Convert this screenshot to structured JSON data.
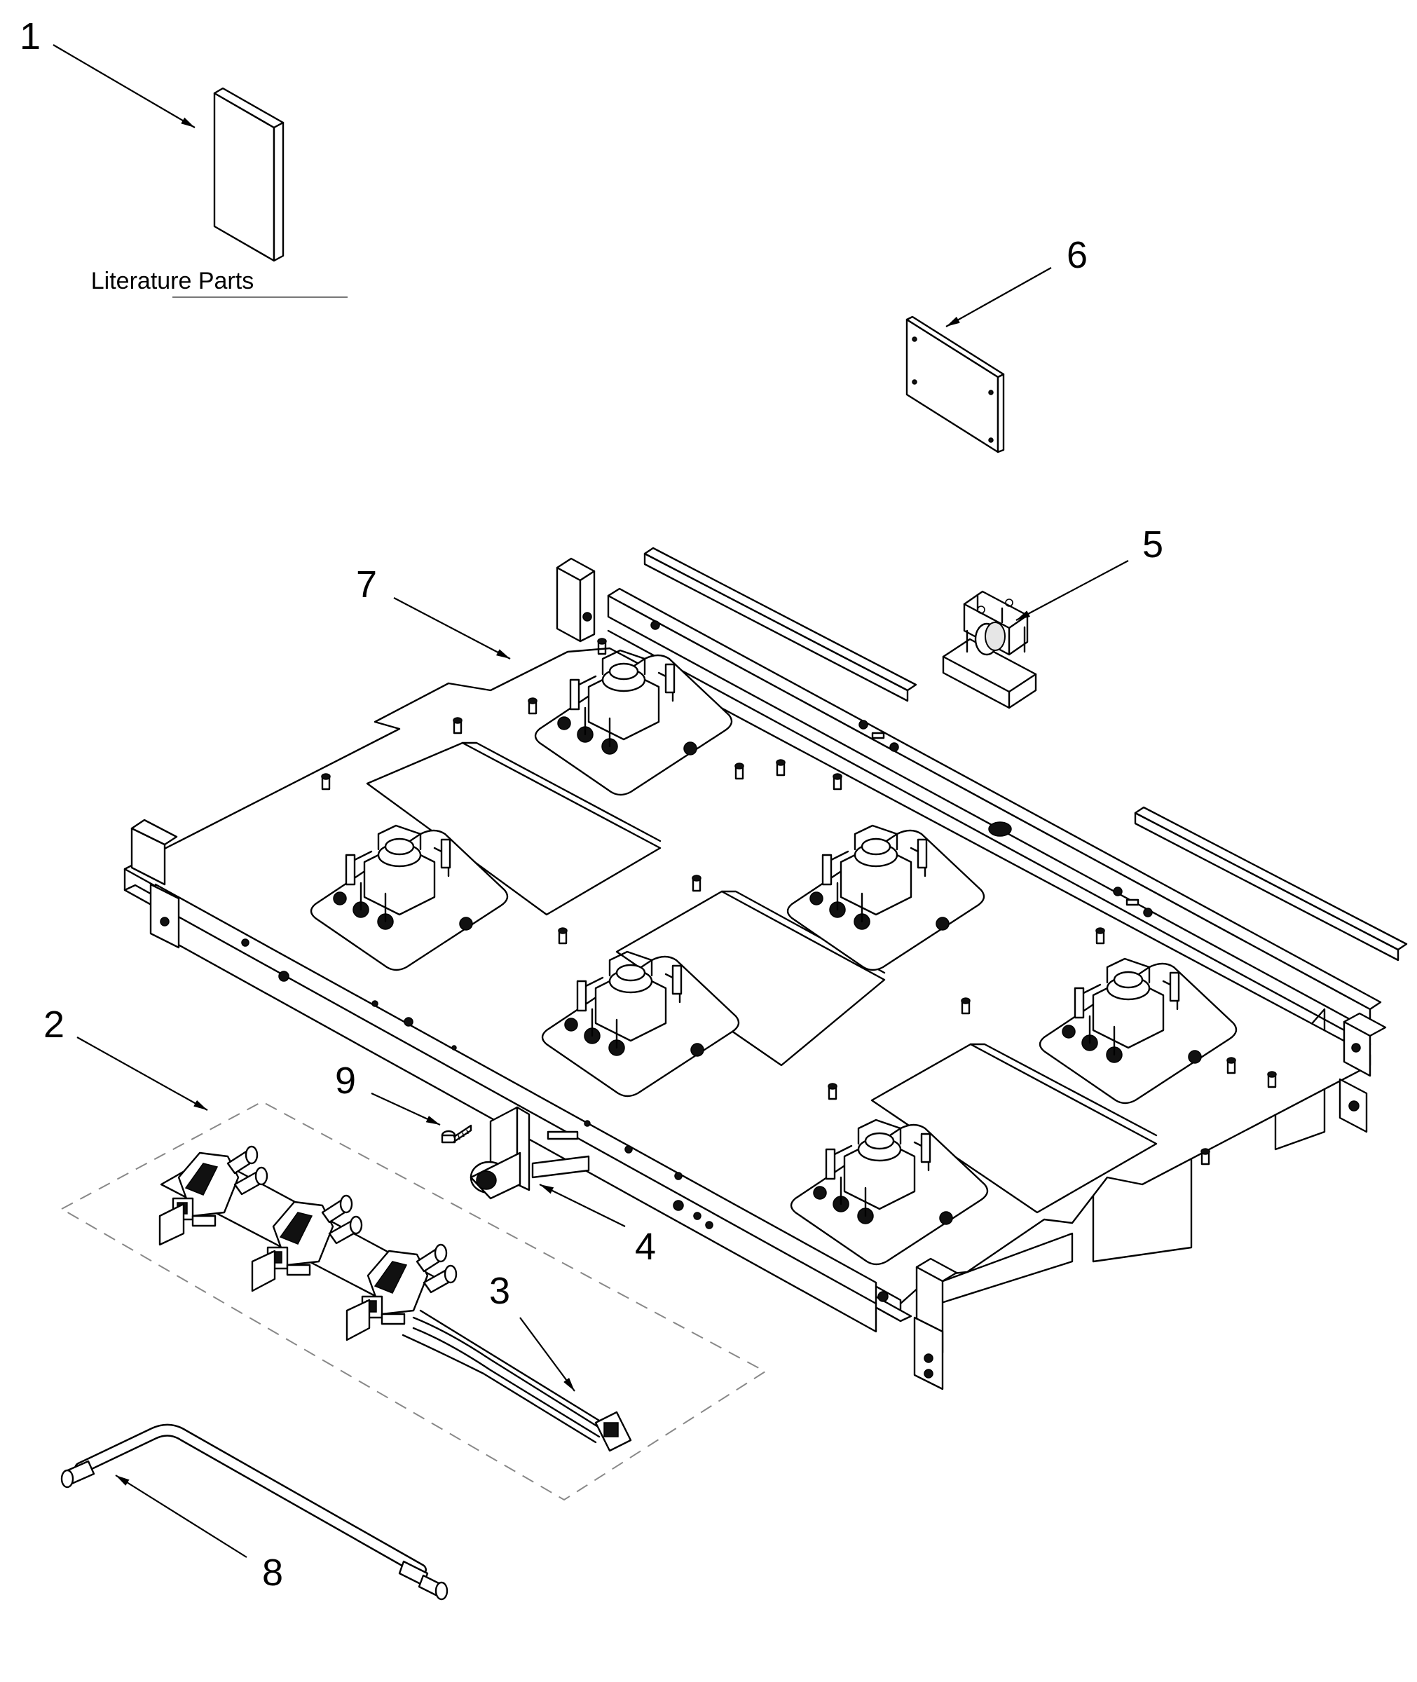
{
  "callouts": {
    "c1": "1",
    "c2": "2",
    "c3": "3",
    "c4": "4",
    "c5": "5",
    "c6": "6",
    "c7": "7",
    "c8": "8",
    "c9": "9"
  },
  "literature_label": "Literature Parts"
}
